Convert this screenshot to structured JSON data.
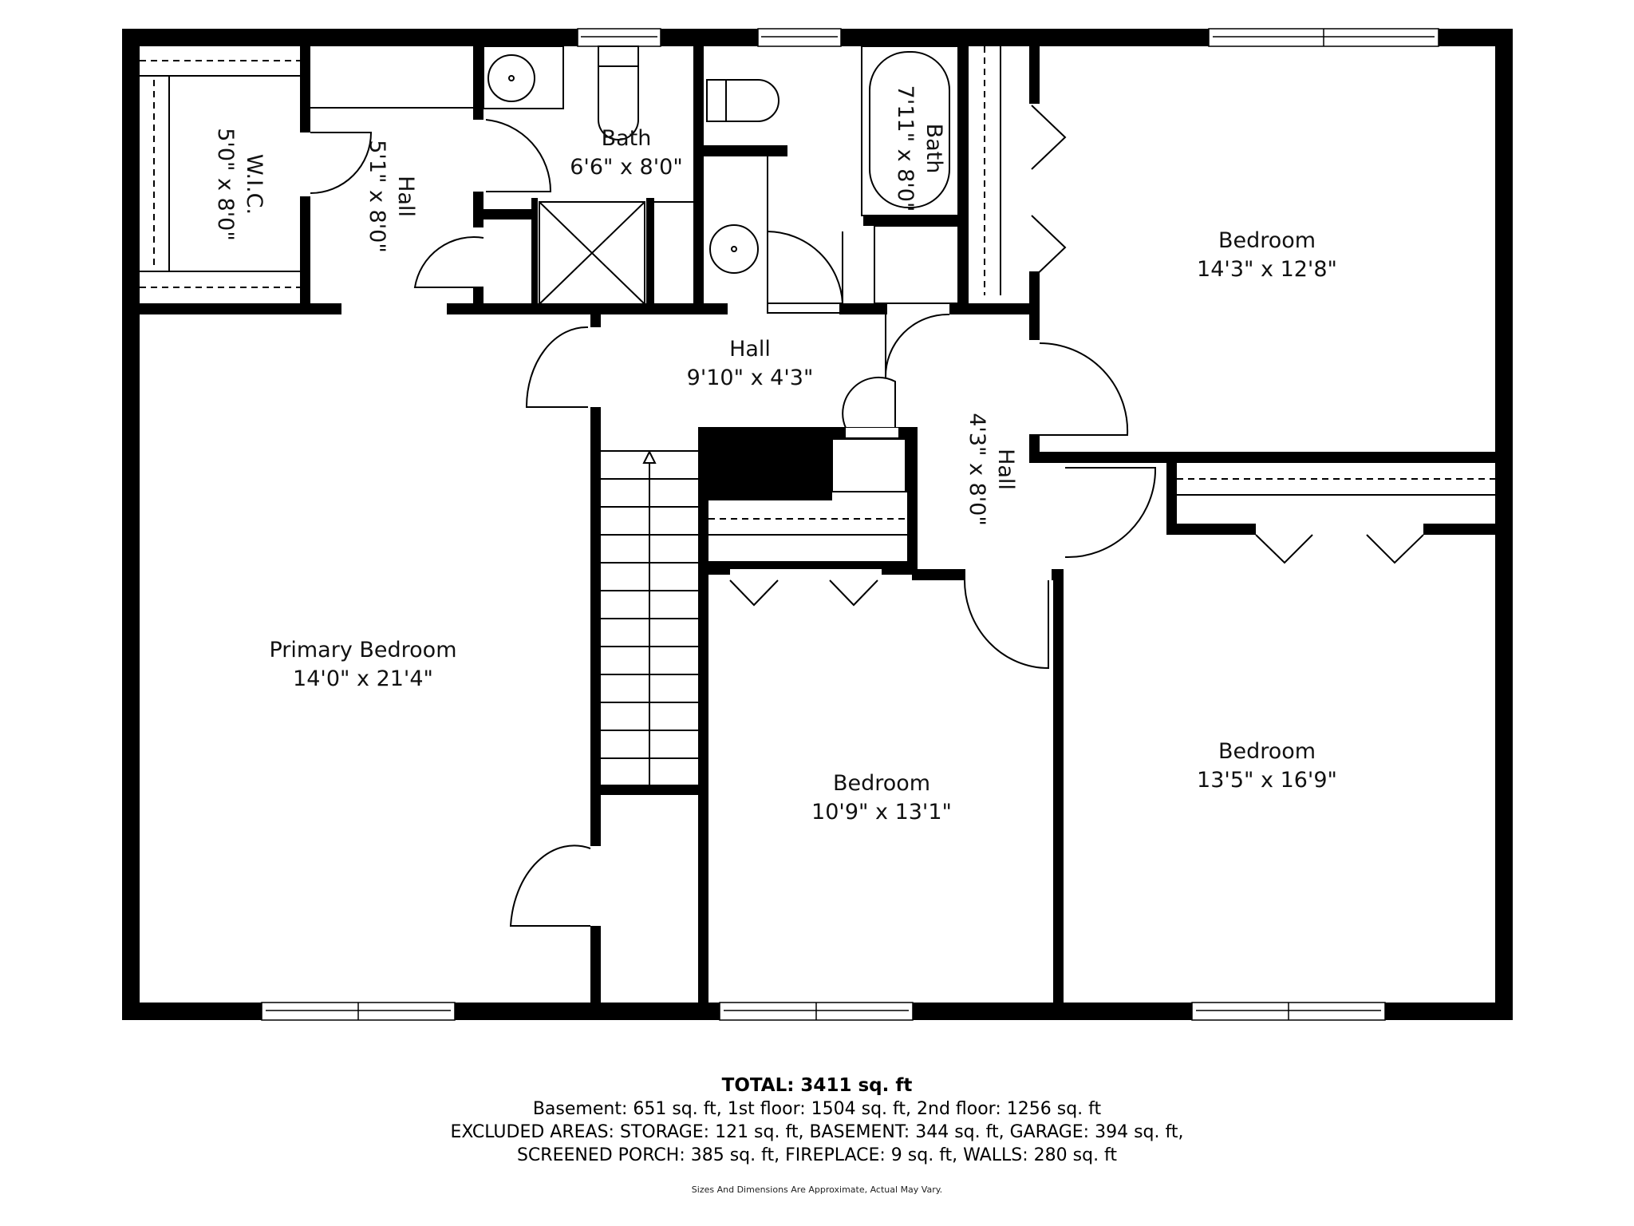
{
  "floorplan": {
    "wall_color": "#000000",
    "background_color": "#ffffff",
    "rooms": [
      {
        "id": "wic",
        "name": "W.I.C.",
        "dimensions": "5'0\" x 8'0\"",
        "orientation": "vertical"
      },
      {
        "id": "hall_upper",
        "name": "Hall",
        "dimensions": "5'1\" x 8'0\"",
        "orientation": "vertical"
      },
      {
        "id": "bath_1",
        "name": "Bath",
        "dimensions": "6'6\" x 8'0\"",
        "orientation": "horizontal"
      },
      {
        "id": "bath_2",
        "name": "Bath",
        "dimensions": "7'11\" x 8'0\"",
        "orientation": "vertical"
      },
      {
        "id": "bedroom_ne",
        "name": "Bedroom",
        "dimensions": "14'3\" x 12'8\"",
        "orientation": "horizontal"
      },
      {
        "id": "hall_center",
        "name": "Hall",
        "dimensions": "9'10\" x 4'3\"",
        "orientation": "horizontal"
      },
      {
        "id": "hall_vertical",
        "name": "Hall",
        "dimensions": "4'3\" x 8'0\"",
        "orientation": "vertical"
      },
      {
        "id": "primary_bedroom",
        "name": "Primary Bedroom",
        "dimensions": "14'0\" x 21'4\"",
        "orientation": "horizontal"
      },
      {
        "id": "bedroom_center",
        "name": "Bedroom",
        "dimensions": "10'9\" x 13'1\"",
        "orientation": "horizontal"
      },
      {
        "id": "bedroom_se",
        "name": "Bedroom",
        "dimensions": "13'5\" x 16'9\"",
        "orientation": "horizontal"
      }
    ],
    "icons": [
      "door-swing-icon",
      "bifold-door-icon",
      "window-icon",
      "toilet-icon",
      "sink-icon",
      "bathtub-icon",
      "shower-icon",
      "stairs-icon",
      "closet-shelf-icon",
      "dimension-marker-icon"
    ]
  },
  "summary": {
    "total": "TOTAL: 3411 sq. ft",
    "floors": "Basement: 651 sq. ft, 1st floor: 1504 sq. ft, 2nd floor: 1256 sq. ft",
    "excluded_1": "EXCLUDED AREAS: STORAGE: 121 sq. ft, BASEMENT: 344 sq. ft, GARAGE: 394 sq. ft,",
    "excluded_2": "SCREENED PORCH: 385 sq. ft, FIREPLACE: 9 sq. ft, WALLS: 280 sq. ft",
    "disclaimer": "Sizes And Dimensions Are Approximate, Actual May Vary."
  }
}
